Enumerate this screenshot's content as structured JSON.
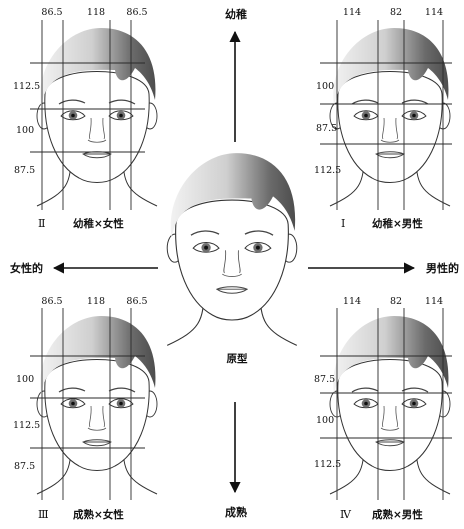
{
  "axis": {
    "top": "幼稚",
    "bottom": "成熟",
    "left": "女性的",
    "right": "男性的",
    "center": "原型"
  },
  "quadrants": {
    "q1": {
      "roman": "Ⅰ",
      "caption": "幼稚×男性",
      "top_ratios": [
        "114",
        "82",
        "114"
      ],
      "side_ratios": [
        "100",
        "87.5",
        "112.5"
      ]
    },
    "q2": {
      "roman": "Ⅱ",
      "caption": "幼稚×女性",
      "top_ratios": [
        "86.5",
        "118",
        "86.5"
      ],
      "side_ratios": [
        "112.5",
        "100",
        "87.5"
      ]
    },
    "q3": {
      "roman": "Ⅲ",
      "caption": "成熟×女性",
      "top_ratios": [
        "86.5",
        "118",
        "86.5"
      ],
      "side_ratios": [
        "100",
        "112.5",
        "87.5"
      ]
    },
    "q4": {
      "roman": "Ⅳ",
      "caption": "成熟×男性",
      "top_ratios": [
        "114",
        "82",
        "114"
      ],
      "side_ratios": [
        "87.5",
        "100",
        "112.5"
      ]
    }
  },
  "colors": {
    "hair_dark": "#555555",
    "hair_light": "#f0f0f0",
    "line": "#2a2a2a",
    "iris": "#6f6f6f"
  }
}
